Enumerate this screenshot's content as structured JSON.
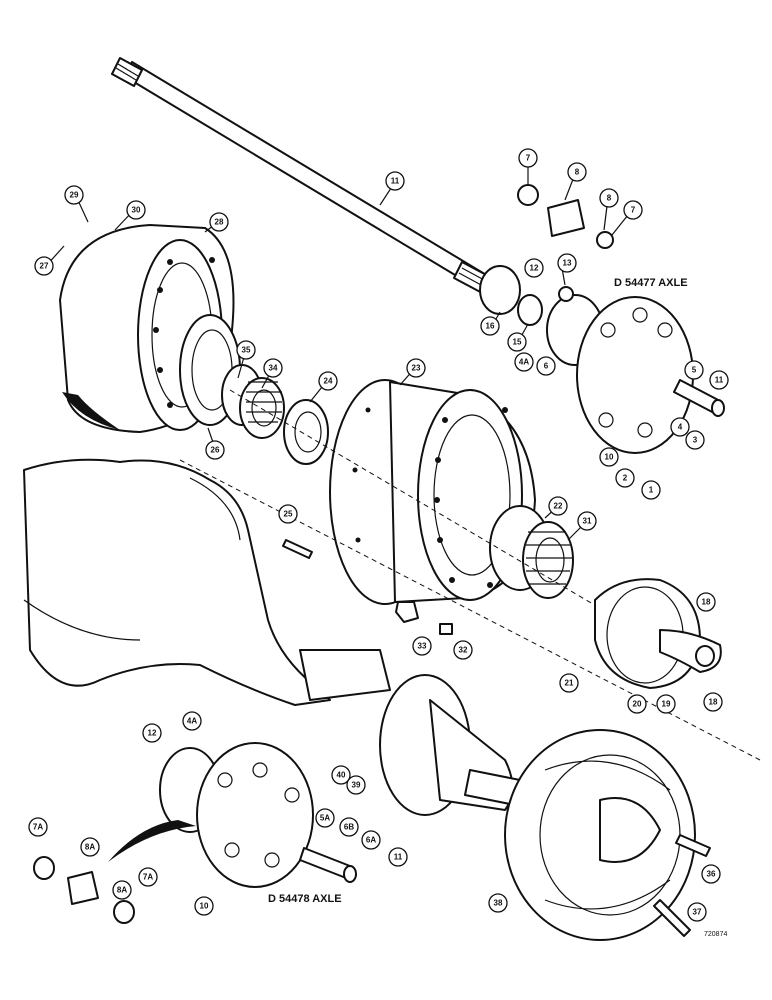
{
  "labels": {
    "top_axle": "D 54477 AXLE",
    "bottom_axle": "D 54478 AXLE",
    "drawing_ref": "720874"
  },
  "part_numbers": {
    "p1": "1",
    "p2": "2",
    "p3": "3",
    "p4": "4",
    "p4a_top": "4A",
    "p4a_bot": "4A",
    "p5": "5",
    "p5a": "5A",
    "p6": "6",
    "p6a": "6A",
    "p6b": "6B",
    "p7a": "7",
    "p7b": "7",
    "p7a_l": "7A",
    "p7a_r": "7A",
    "p8a": "8",
    "p8b": "8",
    "p8a_l": "8A",
    "p8a_r": "8A",
    "p10_top": "10",
    "p10_bot": "10",
    "p11_top": "11",
    "p11_bot": "11",
    "p11_shaft": "11",
    "p12_top": "12",
    "p12_bot": "12",
    "p13": "13",
    "p15": "15",
    "p16": "16",
    "p18a": "18",
    "p18b": "18",
    "p19": "19",
    "p20": "20",
    "p21": "21",
    "p22": "22",
    "p23": "23",
    "p24": "24",
    "p25": "25",
    "p26": "26",
    "p27": "27",
    "p28": "28",
    "p29": "29",
    "p30": "30",
    "p31": "31",
    "p32": "32",
    "p33": "33",
    "p34": "34",
    "p35": "35",
    "p36": "36",
    "p37": "37",
    "p38": "38",
    "p39": "39",
    "p40": "40"
  }
}
